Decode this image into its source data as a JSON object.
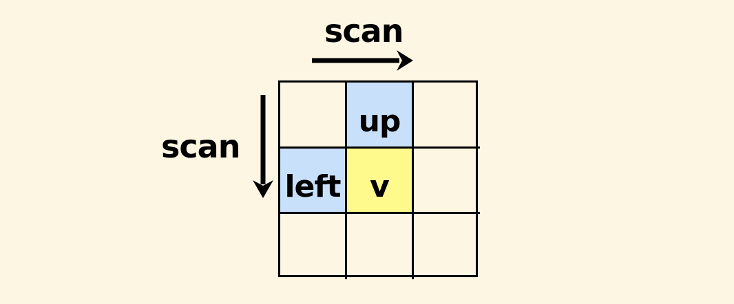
{
  "diagram": {
    "title": "scan-order-neighbor-dependency-grid",
    "background_color": "#FDF6E3",
    "line_color": "#000000",
    "colors": {
      "background": "#FDF6E3",
      "neighbor_highlight": "#C8E0FA",
      "current_cell": "#FFFA8C",
      "stroke": "#000000"
    },
    "annotations": {
      "top": {
        "label": "scan",
        "arrow_direction": "right",
        "arrow_glyph": "arrow-right-icon"
      },
      "left": {
        "label": "scan",
        "arrow_direction": "down",
        "arrow_glyph": "arrow-down-icon"
      }
    },
    "grid": {
      "rows": 3,
      "cols": 3,
      "cells": [
        [
          {
            "label": "",
            "fill": "none"
          },
          {
            "label": "up",
            "fill": "blue"
          },
          {
            "label": "",
            "fill": "none"
          }
        ],
        [
          {
            "label": "left",
            "fill": "blue"
          },
          {
            "label": "v",
            "fill": "yellow"
          },
          {
            "label": "",
            "fill": "none"
          }
        ],
        [
          {
            "label": "",
            "fill": "none"
          },
          {
            "label": "",
            "fill": "none"
          },
          {
            "label": "",
            "fill": "none"
          }
        ]
      ]
    }
  }
}
